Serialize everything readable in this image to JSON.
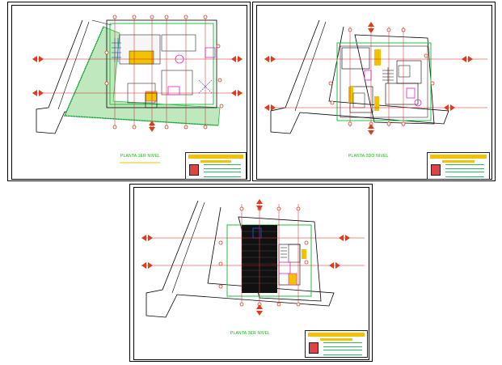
{
  "sheets": [
    {
      "plan_title": "PLANTA 1ER NIVEL"
    },
    {
      "plan_title": "PLANTA 2DO NIVEL"
    },
    {
      "plan_title": "PLANTA 3ER NIVEL"
    }
  ],
  "colors": {
    "sheet_border": "#000000",
    "plan_line": "#000000",
    "grid_red": "#d22020",
    "grid_bubble": "#e03a1a",
    "wall_green": "#20c040",
    "furniture_magenta": "#e020d0",
    "fill_yellow": "#f2c200",
    "stair_blue": "#1850d0",
    "title_green": "#00c000"
  }
}
